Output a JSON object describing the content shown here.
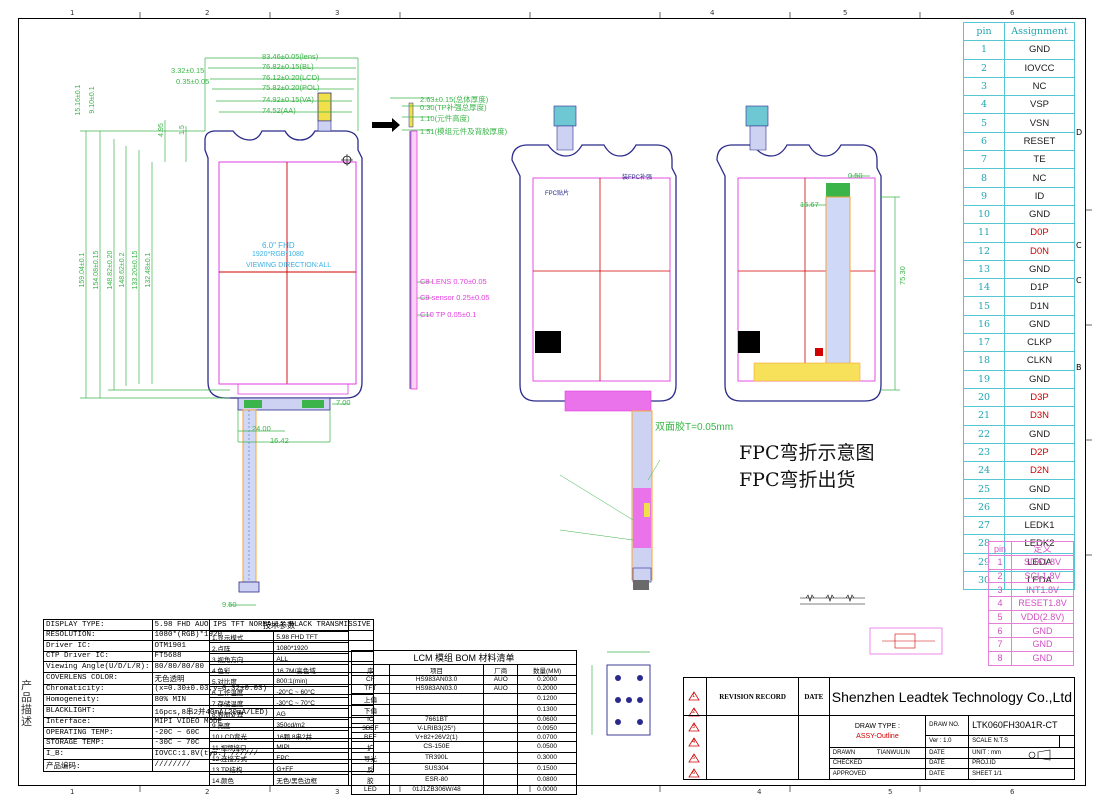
{
  "ruler": {
    "columns": [
      "1",
      "2",
      "3",
      "4",
      "5",
      "6"
    ],
    "rows": [
      "D",
      "C",
      "C",
      "B"
    ]
  },
  "pins": {
    "header": [
      "pin",
      "Assignment"
    ],
    "rows": [
      {
        "n": "1",
        "s": "GND",
        "red": false
      },
      {
        "n": "2",
        "s": "IOVCC",
        "red": false
      },
      {
        "n": "3",
        "s": "NC",
        "red": false
      },
      {
        "n": "4",
        "s": "VSP",
        "red": false
      },
      {
        "n": "5",
        "s": "VSN",
        "red": false
      },
      {
        "n": "6",
        "s": "RESET",
        "red": false
      },
      {
        "n": "7",
        "s": "TE",
        "red": false
      },
      {
        "n": "8",
        "s": "NC",
        "red": false
      },
      {
        "n": "9",
        "s": "ID",
        "red": false
      },
      {
        "n": "10",
        "s": "GND",
        "red": false
      },
      {
        "n": "11",
        "s": "D0P",
        "red": true
      },
      {
        "n": "12",
        "s": "D0N",
        "red": true
      },
      {
        "n": "13",
        "s": "GND",
        "red": false
      },
      {
        "n": "14",
        "s": "D1P",
        "red": false
      },
      {
        "n": "15",
        "s": "D1N",
        "red": false
      },
      {
        "n": "16",
        "s": "GND",
        "red": false
      },
      {
        "n": "17",
        "s": "CLKP",
        "red": false
      },
      {
        "n": "18",
        "s": "CLKN",
        "red": false
      },
      {
        "n": "19",
        "s": "GND",
        "red": false
      },
      {
        "n": "20",
        "s": "D3P",
        "red": true
      },
      {
        "n": "21",
        "s": "D3N",
        "red": true
      },
      {
        "n": "22",
        "s": "GND",
        "red": false
      },
      {
        "n": "23",
        "s": "D2P",
        "red": true
      },
      {
        "n": "24",
        "s": "D2N",
        "red": true
      },
      {
        "n": "25",
        "s": "GND",
        "red": false
      },
      {
        "n": "26",
        "s": "GND",
        "red": false
      },
      {
        "n": "27",
        "s": "LEDK1",
        "red": false
      },
      {
        "n": "28",
        "s": "LEDK2",
        "red": false
      },
      {
        "n": "29",
        "s": "LEDA",
        "red": false
      },
      {
        "n": "30",
        "s": "LEDA",
        "red": false
      }
    ]
  },
  "tp_pins": {
    "header": [
      "pin",
      "定义"
    ],
    "rows": [
      {
        "n": "1",
        "s": "SDA1.8V"
      },
      {
        "n": "2",
        "s": "SCL1.8V"
      },
      {
        "n": "3",
        "s": "INT1.8V"
      },
      {
        "n": "4",
        "s": "RESET1.8V"
      },
      {
        "n": "5",
        "s": "VDD(2.8V)"
      },
      {
        "n": "6",
        "s": "GND"
      },
      {
        "n": "7",
        "s": "GND"
      },
      {
        "n": "8",
        "s": "GND"
      }
    ]
  },
  "dims": {
    "d1": "83.46±0.05(lens)",
    "d2": "76.82±0.15(BL)",
    "d3": "76.12±0.20(LCD)",
    "d4": "75.82±0.20(POL)",
    "d5": "74.92±0.15(VA)",
    "d6": "74.52(AA)",
    "d7": "3.32±0.15",
    "d8": "0.35±0.05",
    "side1": "2.63±0.15(总体厚度)",
    "side2": "0.30(TP补强总厚度)",
    "side3": "1.10(元件高度)",
    "side4": "1.51(模组元件及背胶厚度)",
    "c8": "C8 LENS 0.70±0.05",
    "c9": "C9 sensor 0.25±0.05",
    "c10": "C10 TP 0.05±0.1",
    "w1": "24.00",
    "w2": "16.42",
    "w3": "9.50",
    "w4": "7.00",
    "r1": "0.50",
    "r2": "16.67",
    "h1": "75.30",
    "tape": "双面胶T=0.05mm",
    "center1": "6.0\" FHD",
    "center2": "1920*RGB*1080",
    "center3": "VIEWING DIRECTION:ALL",
    "fpc_note": "FPC贴片",
    "fpc_order": "装FPC补强"
  },
  "notes": {
    "fpc1": "FPC弯折示意图",
    "fpc2": "FPC弯折出货"
  },
  "spec": {
    "rows": [
      [
        "DISPLAY TYPE:",
        "5.98 FHD AUO IPS TFT NORMALLY BLACK TRANSMISSIVE"
      ],
      [
        "RESOLUTION:",
        "1080*(RGB)*1920"
      ],
      [
        "Driver IC:",
        "OTM1901"
      ],
      [
        "CTP Driver IC:",
        "FT5688"
      ],
      [
        "Viewing Angle(U/D/L/R):",
        "80/80/80/80"
      ],
      [
        "COVERLENS COLOR:",
        "无色透明"
      ],
      [
        "Chromaticity:",
        "(x=0.30±0.03,y=0.32±0.03)"
      ],
      [
        "Homogeneity:",
        "80% MIN"
      ],
      [
        "BLACKLIGHT:",
        "16pcs,8串2并40mA(20mA/LED)"
      ],
      [
        "Interface:",
        "MIPI VIDEO MODE"
      ],
      [
        "OPERATING TEMP:",
        "-20C ~ 60C"
      ],
      [
        "STORAGE TEMP:",
        "-30C ~ 70C"
      ],
      [
        "I_B:",
        "IOVCC:1.8V(typ.) //////"
      ],
      [
        "产品编码:",
        "////////"
      ]
    ],
    "side_label": "产品描述"
  },
  "tech": {
    "title": "技术参数",
    "rows": [
      [
        "1.显示模式",
        "5.98 FHD TFT"
      ],
      [
        "2.点阵",
        "1080*1920"
      ],
      [
        "3.视角方向",
        "ALL"
      ],
      [
        "4.色彩",
        "16.7M/高色域"
      ],
      [
        "5.对比度",
        "800:1(min)"
      ],
      [
        "6.工作温度",
        "-20°C ~ 60°C"
      ],
      [
        "7.存储温度",
        "-30°C ~ 70°C"
      ],
      [
        "8.表面处理",
        "AG"
      ],
      [
        "9.亮度",
        "350cd/m2"
      ],
      [
        "10.LCD背光",
        "16颗 8串2并"
      ],
      [
        "11.视频接口",
        "MIPI"
      ],
      [
        "12.连接方式",
        "FPC"
      ],
      [
        "13.TP结构",
        "G+FF"
      ],
      [
        "14.颜色",
        "无色/黑色边框"
      ]
    ]
  },
  "bom": {
    "title": "LCM 模组 BOM 材料清单",
    "header": [
      "序",
      "项目",
      "厂商",
      "数量(MM)"
    ],
    "rows": [
      [
        "CF",
        "HS983AN03.0",
        "AUO",
        "0.2000"
      ],
      [
        "TFT",
        "HS983AN03.0",
        "AUO",
        "0.2000"
      ],
      [
        "上偏",
        "",
        "",
        "0.1200"
      ],
      [
        "下偏",
        "",
        "",
        "0.1300"
      ],
      [
        "IC",
        "7661BT",
        "",
        "0.0600"
      ],
      [
        "3BEF",
        "V-LRIB3(25°)",
        "",
        "0.0950"
      ],
      [
        "BEF",
        "V+82+26V2(1)",
        "",
        "0.0700"
      ],
      [
        "扩",
        "CS-150E",
        "",
        "0.0500"
      ],
      [
        "导光",
        "TR390L",
        "",
        "0.3000"
      ],
      [
        "反",
        "SUS304",
        "",
        "0.1500"
      ],
      [
        "胶",
        "ESR-80",
        "",
        "0.0800"
      ],
      [
        "LED",
        "01J1ZB306W/48",
        "",
        "0.0000"
      ]
    ]
  },
  "titleblock": {
    "company": "Shenzhen Leadtek Technology Co.,Ltd",
    "rev": "REVISION RECORD",
    "date": "DATE",
    "draw_type_label": "DRAW TYPE :",
    "draw_type": "ASSY-Outline",
    "draw_no_label": "DRAW NO.",
    "draw_no": "LTK060FH30A1R-CT",
    "ver_label": "Ver :",
    "ver": "1.0",
    "scale_label": "SCALE",
    "scale": "N.T.S",
    "drawn_label": "DRAWN",
    "drawn": "TIANWULIN",
    "unit_label": "UNIT :",
    "unit": "mm",
    "checked_label": "CHECKED",
    "proj_label": "PROJ.ID",
    "approved_label": "APPROVED",
    "sheet_label": "SHEET",
    "sheet": "1/1",
    "date_label": "DATE",
    "revs": [
      "1",
      "2",
      "3",
      "4",
      "5",
      "6"
    ]
  },
  "colors": {
    "dim": "#3bb54a",
    "outline": "#2b2a8c",
    "magenta": "#e23ee0",
    "red": "#d10000",
    "cyan": "#54c7d2",
    "yellow": "#f0e04a",
    "orange": "#f6a53a"
  }
}
